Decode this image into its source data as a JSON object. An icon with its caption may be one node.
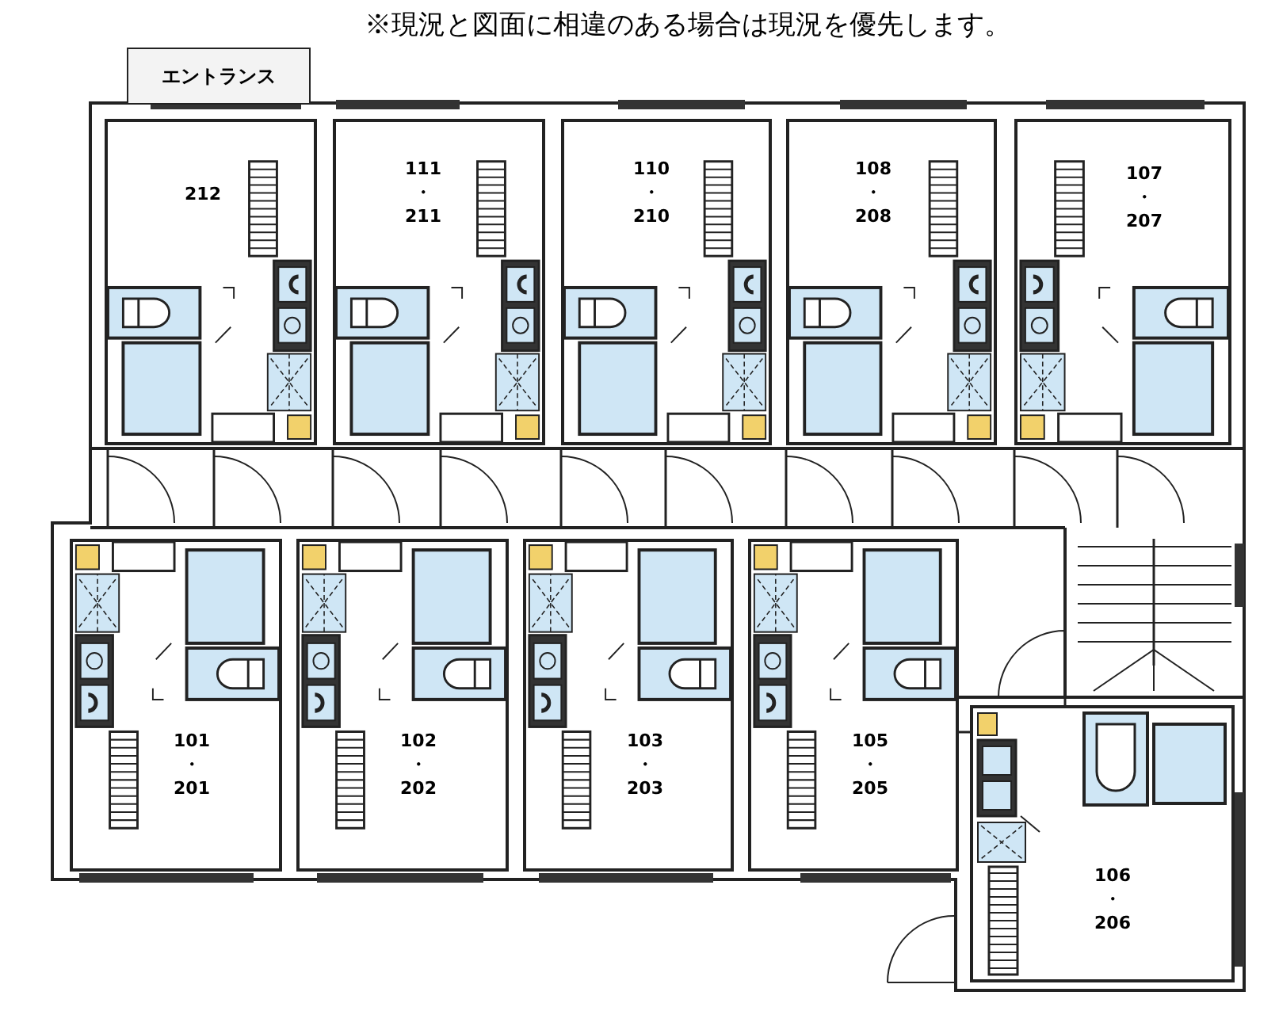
{
  "diagram": {
    "nodes": [
      {
        "text": [
          "エントランス"
        ]
      },
      {
        "text": [
          "212"
        ]
      },
      {
        "text": [
          "111 ・ 211"
        ]
      },
      {
        "text": [
          "110 ・ 210"
        ]
      },
      {
        "text": [
          "108 ・ 208"
        ]
      },
      {
        "text": [
          "107 ・ 207"
        ]
      },
      {
        "text": [
          "101 ・ 201"
        ]
      },
      {
        "text": [
          "102 ・ 202"
        ]
      },
      {
        "text": [
          "103 ・ 203"
        ]
      },
      {
        "text": [
          "105 ・ 205"
        ]
      },
      {
        "text": [
          "106 ・ 206"
        ]
      }
    ],
    "labels": [
      "※現況と図面に相違のある場合は現況を優先します。"
    ]
  }
}
